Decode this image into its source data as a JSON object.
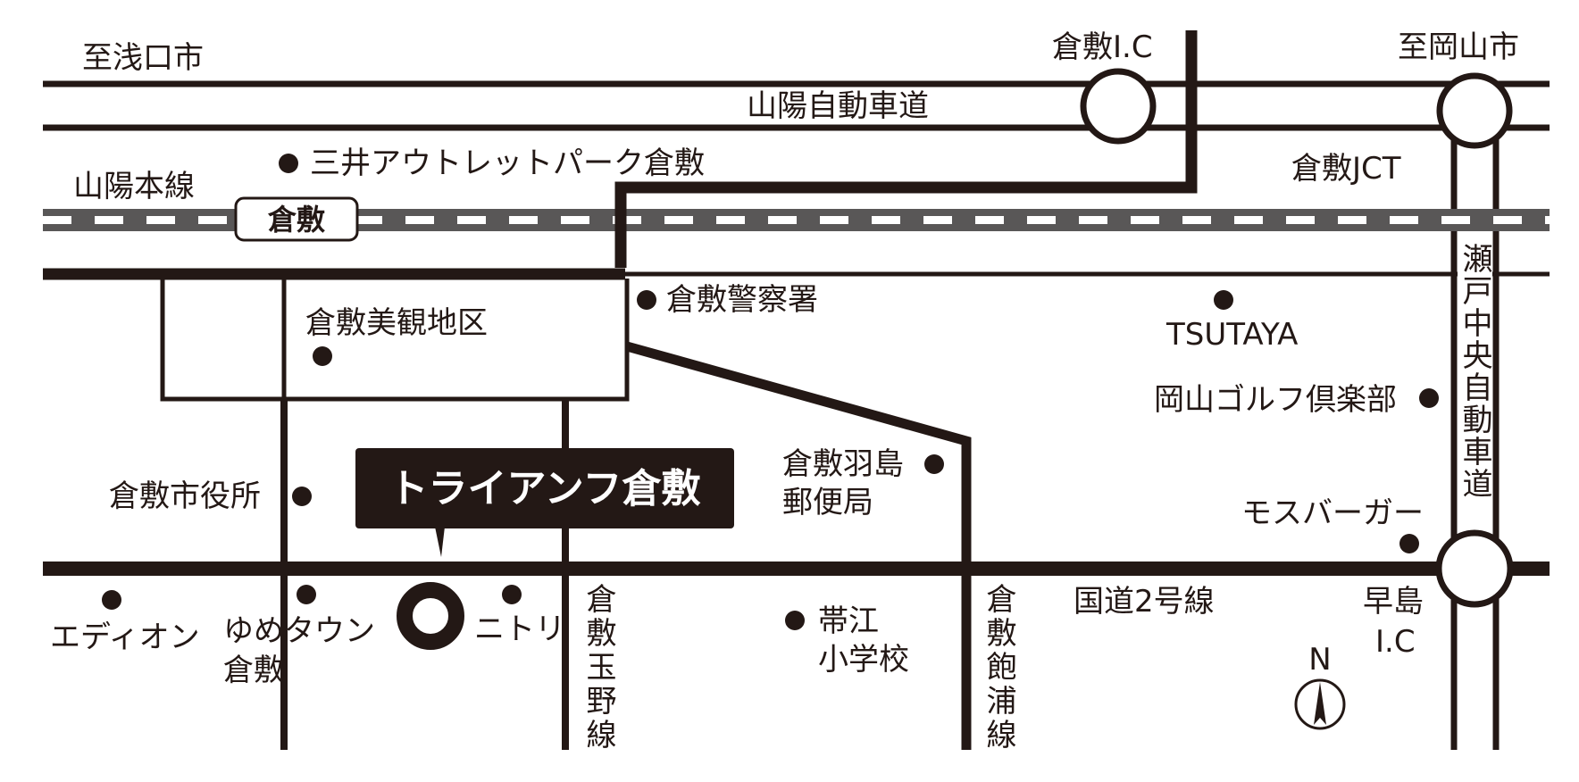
{
  "colors": {
    "ink": "#231815",
    "rail": "#595757",
    "paper": "#ffffff"
  },
  "directions": {
    "asaguchi": "至浅口市",
    "okayama": "至岡山市"
  },
  "roads": {
    "sanyo_expressway": "山陽自動車道",
    "seto_chuo_expressway": "瀬戸中央自動車道",
    "route2": "国道2号線",
    "tamano_line": "倉敷玉野線",
    "ajiura_line": "倉敷飽浦線"
  },
  "railway": {
    "name": "山陽本線",
    "station": "倉敷"
  },
  "interchanges": {
    "kurashiki_ic": "倉敷I.C",
    "kurashiki_jct": "倉敷JCT",
    "hayashima_ic_line1": "早島",
    "hayashima_ic_line2": "I.C"
  },
  "places": {
    "mitsui_outlet": "三井アウトレットパーク倉敷",
    "bikan": "倉敷美観地区",
    "police": "倉敷警察署",
    "tsutaya": "TSUTAYA",
    "golf": "岡山ゴルフ倶楽部",
    "city_hall": "倉敷市役所",
    "post_office_line1": "倉敷羽島",
    "post_office_line2": "郵便局",
    "mos_burger": "モスバーガー",
    "edion": "エディオン",
    "youme_line1": "ゆめタウン",
    "youme_line2": "倉敷",
    "nitori": "ニトリ",
    "obie_line1": "帯江",
    "obie_line2": "小学校"
  },
  "destination": {
    "name": "トライアンフ倉敷"
  },
  "compass": {
    "north": "N"
  }
}
